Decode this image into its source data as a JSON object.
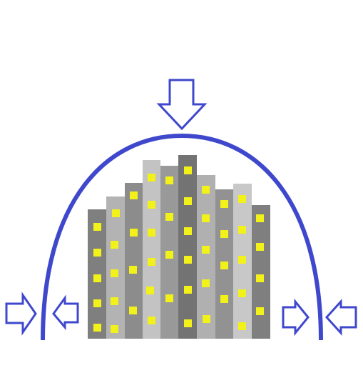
{
  "diagram": {
    "colors": {
      "background": "#ffffff",
      "dome": "#3f48cc",
      "arrow_stroke": "#3f48cc",
      "arrow_fill": "#ffffff",
      "window": "#f2f21a",
      "building_shades": [
        "#7f7f7f",
        "#b3b3b3",
        "#8c8c8c",
        "#c3c3c3",
        "#999999",
        "#737373",
        "#b0b0b0",
        "#929292",
        "#c8c8c8",
        "#7f7f7f"
      ]
    },
    "elements": {
      "dome": "protective-dome",
      "arrows": [
        "arrow-top-down",
        "arrow-left-outer",
        "arrow-left-inner",
        "arrow-right-inner",
        "arrow-right-outer"
      ],
      "building_count": 10
    }
  }
}
